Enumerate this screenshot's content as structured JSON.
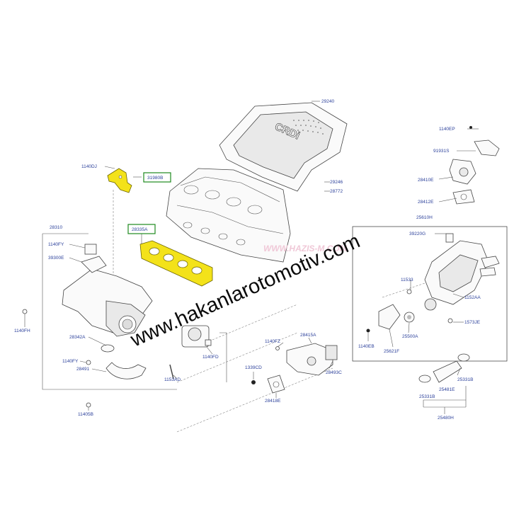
{
  "diagram": {
    "labels": {
      "l29240": "29240",
      "l1140EP": "1140EP",
      "l91931S": "91931S",
      "l28410E": "28410E",
      "l28412E": "28412E",
      "l25610H": "25610H",
      "l39220G": "39220G",
      "l11533": "11533",
      "l1152AA": "1152AA",
      "l1573JE": "1573JE",
      "l25500A": "25500A",
      "l25621F": "25621F",
      "l1140EB": "1140EB",
      "l1140DJ": "1140DJ",
      "l31980B": "31980B",
      "l29246": "29246",
      "l28772": "28772",
      "l28335A": "28335A",
      "l28310": "28310",
      "l1140FY_a": "1140FY",
      "l39300E": "39300E",
      "l1140FH": "1140FH",
      "l28342A": "28342A",
      "l1140FY_b": "1140FY",
      "l28491": "28491",
      "l1140FD": "1140FD",
      "l1153AD": "1153AD",
      "l11405B": "11405B",
      "l1140FZ": "1140FZ",
      "l28415A": "28415A",
      "l28493C": "28493C",
      "l1339CD": "1339CD",
      "l28418E": "28418E",
      "l25331B_a": "25331B",
      "l25481E": "25481E",
      "l25331B_b": "25331B",
      "l25480H": "25480H"
    },
    "cover_badge": "CRDi",
    "highlight_color": "#f3e21a",
    "label_color": "#2a3f9a",
    "callout_border_color": "#1e8a1e"
  },
  "watermarks": {
    "main": "www.hakanlarotomotiv.com",
    "secondary": "WWW.HAZIS-M.COM"
  }
}
